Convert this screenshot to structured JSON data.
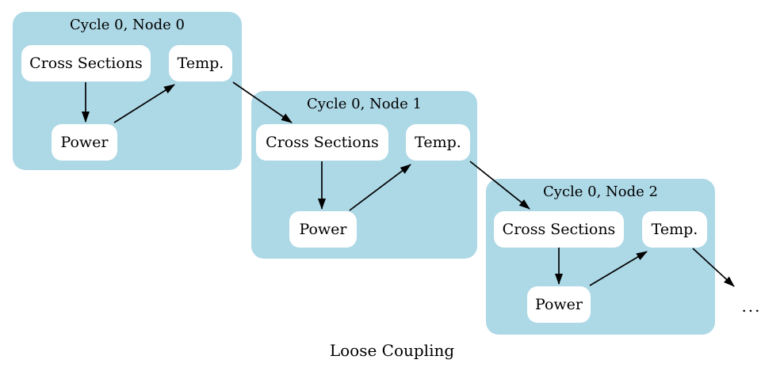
{
  "diagram_title": "Loose Coupling",
  "ellipsis_node": "...",
  "colors": {
    "background": "#ffffff",
    "cluster_fill": "#add8e6",
    "node_fill": "#ffffff",
    "edge": "#000000",
    "text": "#000000"
  },
  "clusters": [
    {
      "title": "Cycle 0, Node 0",
      "nodes": {
        "cross_sections": "Cross Sections",
        "temp": "Temp.",
        "power": "Power"
      }
    },
    {
      "title": "Cycle 0, Node 1",
      "nodes": {
        "cross_sections": "Cross Sections",
        "temp": "Temp.",
        "power": "Power"
      }
    },
    {
      "title": "Cycle 0, Node 2",
      "nodes": {
        "cross_sections": "Cross Sections",
        "temp": "Temp.",
        "power": "Power"
      }
    }
  ],
  "edges": [
    {
      "from": "cluster0.cross_sections",
      "to": "cluster0.power"
    },
    {
      "from": "cluster0.power",
      "to": "cluster0.temp"
    },
    {
      "from": "cluster0.temp",
      "to": "cluster1.cross_sections"
    },
    {
      "from": "cluster1.cross_sections",
      "to": "cluster1.power"
    },
    {
      "from": "cluster1.power",
      "to": "cluster1.temp"
    },
    {
      "from": "cluster1.temp",
      "to": "cluster2.cross_sections"
    },
    {
      "from": "cluster2.cross_sections",
      "to": "cluster2.power"
    },
    {
      "from": "cluster2.power",
      "to": "cluster2.temp"
    },
    {
      "from": "cluster2.temp",
      "to": "ellipsis"
    }
  ]
}
